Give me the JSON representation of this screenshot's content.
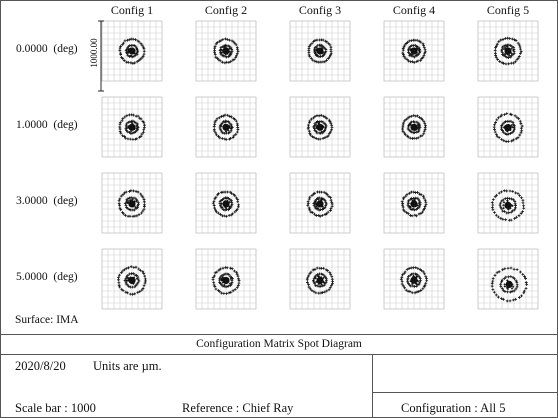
{
  "chart_data": {
    "type": "scatter",
    "title": "Configuration Matrix Spot Diagram",
    "columns": [
      "Config 1",
      "Config 2",
      "Config 3",
      "Config 4",
      "Config 5"
    ],
    "rows": [
      {
        "field": "0.0000",
        "unit": "(deg)"
      },
      {
        "field": "1.0000",
        "unit": "(deg)"
      },
      {
        "field": "3.0000",
        "unit": "(deg)"
      },
      {
        "field": "5.0000",
        "unit": "(deg)"
      }
    ],
    "cell_range_um": 1000.0,
    "scale_label": "1000.00",
    "grid": true,
    "ring_radii_um": [
      [
        [
          95,
          200
        ],
        [
          95,
          195
        ],
        [
          95,
          190
        ],
        [
          95,
          185
        ],
        [
          105,
          215
        ]
      ],
      [
        [
          100,
          205
        ],
        [
          100,
          200
        ],
        [
          100,
          195
        ],
        [
          95,
          190
        ],
        [
          110,
          230
        ]
      ],
      [
        [
          105,
          215
        ],
        [
          100,
          205
        ],
        [
          100,
          200
        ],
        [
          100,
          195
        ],
        [
          120,
          245
        ]
      ],
      [
        [
          110,
          225
        ],
        [
          105,
          215
        ],
        [
          105,
          210
        ],
        [
          105,
          205
        ],
        [
          130,
          270
        ]
      ]
    ],
    "spot_offset_um": [
      [
        [
          0,
          0
        ],
        [
          0,
          0
        ],
        [
          0,
          0
        ],
        [
          0,
          0
        ],
        [
          0,
          0
        ]
      ],
      [
        [
          0,
          5
        ],
        [
          0,
          5
        ],
        [
          0,
          5
        ],
        [
          0,
          5
        ],
        [
          0,
          10
        ]
      ],
      [
        [
          0,
          15
        ],
        [
          0,
          15
        ],
        [
          0,
          15
        ],
        [
          0,
          15
        ],
        [
          0,
          40
        ]
      ],
      [
        [
          0,
          25
        ],
        [
          0,
          25
        ],
        [
          0,
          25
        ],
        [
          0,
          20
        ],
        [
          20,
          90
        ]
      ]
    ]
  },
  "surface_label": "Surface: IMA",
  "info": {
    "date": "2020/8/20",
    "units": "Units are µm.",
    "scale_bar": "Scale bar  :  1000",
    "reference": "Reference  :  Chief  Ray",
    "configuration": "Configuration  :  All    5"
  }
}
